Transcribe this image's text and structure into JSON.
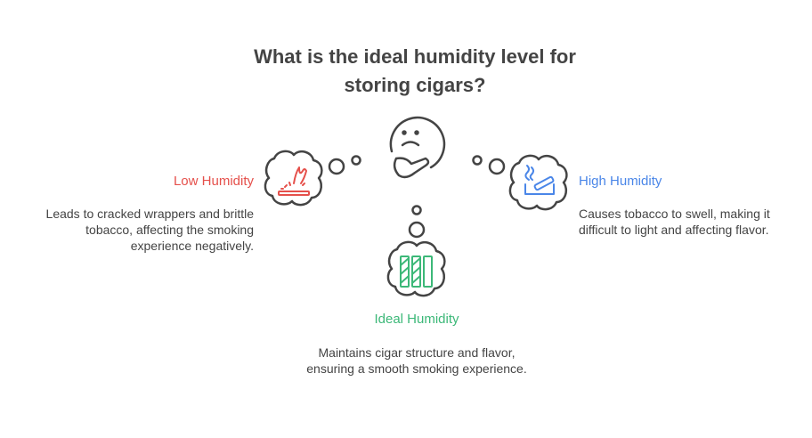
{
  "title": "What is the ideal humidity level for storing cigars?",
  "colors": {
    "low": "#e5504b",
    "high": "#4a86e8",
    "ideal": "#3cb878",
    "outline": "#444444"
  },
  "items": [
    {
      "label": "Low Humidity",
      "description": "Leads to cracked wrappers and brittle tobacco, affecting the smoking experience negatively.",
      "icon": "burning-cigarette-icon"
    },
    {
      "label": "High Humidity",
      "description": "Causes tobacco to swell, making it difficult to light and affecting flavor.",
      "icon": "smoking-ashtray-icon"
    },
    {
      "label": "Ideal Humidity",
      "description": "Maintains cigar structure and flavor, ensuring a smooth smoking experience.",
      "icon": "cigar-box-icon"
    }
  ]
}
